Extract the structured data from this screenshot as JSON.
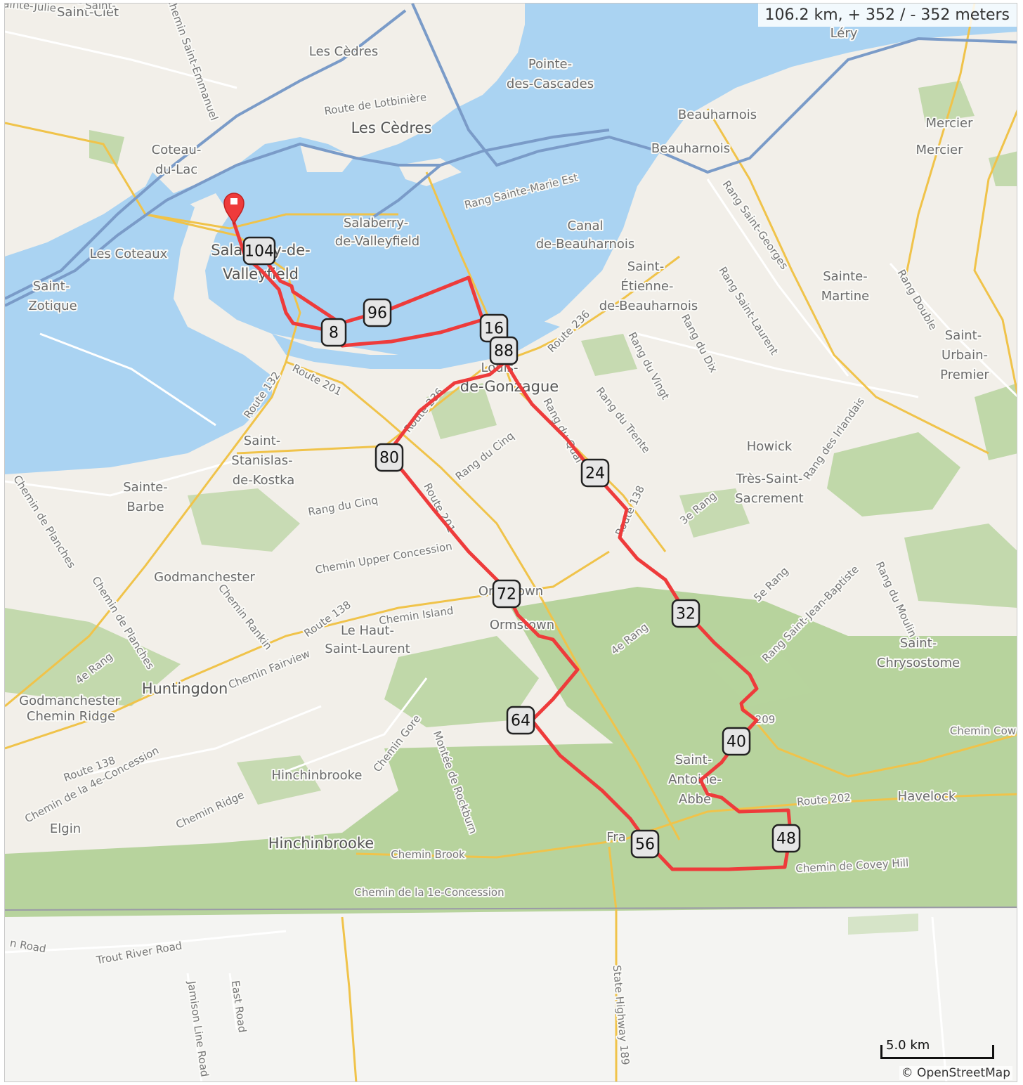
{
  "stats": {
    "text": "106.2 km, + 352 / - 352 meters"
  },
  "scale": {
    "label": "5.0 km"
  },
  "attribution": "© OpenStreetMap",
  "colors": {
    "water": "#aad3f2",
    "forest": "#b7d39d",
    "land": "#f2efe9",
    "route": "#ee3b3b",
    "highway": "#7a9bc8",
    "major_road": "#f0c34a"
  },
  "places": [
    {
      "id": "saint-clet",
      "text": "Saint-Clet"
    },
    {
      "id": "clet",
      "text": "Clet"
    },
    {
      "id": "les-cedres-1",
      "text": "Les Cèdres"
    },
    {
      "id": "les-cedres-2",
      "text": "Les Cèdres"
    },
    {
      "id": "pointe-1",
      "text": "Pointe-"
    },
    {
      "id": "pointe-2",
      "text": "des-Cascades"
    },
    {
      "id": "lery",
      "text": "Léry"
    },
    {
      "id": "beauharnois-1",
      "text": "Beauharnois"
    },
    {
      "id": "beauharnois-2",
      "text": "Beauharnois"
    },
    {
      "id": "mercier-1",
      "text": "Mercier"
    },
    {
      "id": "mercier-2",
      "text": "Mercier"
    },
    {
      "id": "coteau-1",
      "text": "Coteau-"
    },
    {
      "id": "coteau-2",
      "text": "du-Lac"
    },
    {
      "id": "salaberry-a",
      "text": "Salaberry-"
    },
    {
      "id": "salaberry-b",
      "text": "de-Valleyfield"
    },
    {
      "id": "salaberry-big-1",
      "text": "Salaberry-de-"
    },
    {
      "id": "salaberry-big-2",
      "text": "Valleyfield"
    },
    {
      "id": "les-coteaux",
      "text": "Les Coteaux"
    },
    {
      "id": "zotique-1",
      "text": "Saint-"
    },
    {
      "id": "zotique-2",
      "text": "Zotique"
    },
    {
      "id": "canal-1",
      "text": "Canal"
    },
    {
      "id": "canal-2",
      "text": "de-Beauharnois"
    },
    {
      "id": "etienne-1",
      "text": "Saint-"
    },
    {
      "id": "etienne-2",
      "text": "Étienne-"
    },
    {
      "id": "etienne-3",
      "text": "de-Beauharnois"
    },
    {
      "id": "martine-1",
      "text": "Sainte-"
    },
    {
      "id": "martine-2",
      "text": "Martine"
    },
    {
      "id": "urbain-1",
      "text": "Saint-"
    },
    {
      "id": "urbain-2",
      "text": "Urbain-"
    },
    {
      "id": "urbain-3",
      "text": "Premier"
    },
    {
      "id": "louis-1",
      "text": "Louis-"
    },
    {
      "id": "louis-2",
      "text": "de-Gonzague"
    },
    {
      "id": "stanislas-1",
      "text": "Saint-"
    },
    {
      "id": "stanislas-2",
      "text": "Stanislas-"
    },
    {
      "id": "stanislas-3",
      "text": "de-Kostka"
    },
    {
      "id": "barbe-1",
      "text": "Sainte-"
    },
    {
      "id": "barbe-2",
      "text": "Barbe"
    },
    {
      "id": "howick",
      "text": "Howick"
    },
    {
      "id": "sacrement-1",
      "text": "Très-Saint-"
    },
    {
      "id": "sacrement-2",
      "text": "Sacrement"
    },
    {
      "id": "godmanchester",
      "text": "Godmanchester"
    },
    {
      "id": "ormstown-1",
      "text": "Ormstown"
    },
    {
      "id": "ormstown-2",
      "text": "Ormstown"
    },
    {
      "id": "haut-1",
      "text": "Le Haut-"
    },
    {
      "id": "haut-2",
      "text": "Saint-Laurent"
    },
    {
      "id": "huntingdon",
      "text": "Huntingdon"
    },
    {
      "id": "chrysostome-1",
      "text": "Saint-"
    },
    {
      "id": "chrysostome-2",
      "text": "Chrysostome"
    },
    {
      "id": "hinchinbrooke-1",
      "text": "Hinchinbrooke"
    },
    {
      "id": "hinchinbrooke-2",
      "text": "Hinchinbrooke"
    },
    {
      "id": "antoine-1",
      "text": "Saint-"
    },
    {
      "id": "antoine-2",
      "text": "Antoine-"
    },
    {
      "id": "antoine-3",
      "text": "Abbé"
    },
    {
      "id": "havelock",
      "text": "Havelock"
    },
    {
      "id": "elgin",
      "text": "Elgin"
    },
    {
      "id": "franklin",
      "text": "Fra"
    },
    {
      "id": "godman-ridge-1",
      "text": "Godmanchester"
    },
    {
      "id": "godman-ridge-2",
      "text": "Chemin Ridge"
    }
  ],
  "roads": [
    {
      "id": "r-lotbiniere",
      "text": "Route de Lotbinière"
    },
    {
      "id": "r-sainte-marie",
      "text": "Rang Sainte-Marie Est"
    },
    {
      "id": "r-emmanuel",
      "text": "Chemin Saint-Emmanuel"
    },
    {
      "id": "r-236",
      "text": "Route 236"
    },
    {
      "id": "r-st-georges",
      "text": "Rang Saint-Georges"
    },
    {
      "id": "r-st-laurent",
      "text": "Rang Saint-Laurent"
    },
    {
      "id": "r-dix",
      "text": "Rang du Dix"
    },
    {
      "id": "r-vingt",
      "text": "Rang du Vingt"
    },
    {
      "id": "r-trente",
      "text": "Rang du Trente"
    },
    {
      "id": "r-double",
      "text": "Rang Double"
    },
    {
      "id": "r-132",
      "text": "Route 132"
    },
    {
      "id": "r-201",
      "text": "Route 201"
    },
    {
      "id": "r-236b",
      "text": "Route 236"
    },
    {
      "id": "r-cinq-1",
      "text": "Rang du Cinq"
    },
    {
      "id": "r-cinq-2",
      "text": "Rang du Cinq"
    },
    {
      "id": "r-quai",
      "text": "Rang du Quai"
    },
    {
      "id": "r-irlandais",
      "text": "Rang des Irlandais"
    },
    {
      "id": "r-3e",
      "text": "3e Rang"
    },
    {
      "id": "r-138a",
      "text": "Route 138"
    },
    {
      "id": "r-planches-1",
      "text": "Chemin de Planches"
    },
    {
      "id": "r-planches-2",
      "text": "Chemin de Planches"
    },
    {
      "id": "r-201b",
      "text": "Route 201"
    },
    {
      "id": "r-upper",
      "text": "Chemin Upper Concession"
    },
    {
      "id": "r-rankin",
      "text": "Chemin Rankin"
    },
    {
      "id": "r-138b",
      "text": "Route 138"
    },
    {
      "id": "r-island",
      "text": "Chemin Island"
    },
    {
      "id": "r-fairview",
      "text": "Chemin Fairview"
    },
    {
      "id": "r-4e",
      "text": "4e Rang"
    },
    {
      "id": "r-4e-b",
      "text": "4e Rang"
    },
    {
      "id": "r-5e",
      "text": "5e Rang"
    },
    {
      "id": "r-jean-baptiste",
      "text": "Rang Saint-Jean-Baptiste"
    },
    {
      "id": "r-moulin",
      "text": "Rang du Moulin"
    },
    {
      "id": "r-gore",
      "text": "Chemin Gore"
    },
    {
      "id": "r-rockburn",
      "text": "Montée de Rockburn"
    },
    {
      "id": "r-138c",
      "text": "Route 138"
    },
    {
      "id": "r-4e-concession",
      "text": "Chemin de la 4e-Concession"
    },
    {
      "id": "r-ridge",
      "text": "Chemin Ridge"
    },
    {
      "id": "r-brook",
      "text": "Chemin Brook"
    },
    {
      "id": "r-1e-concession",
      "text": "Chemin de la 1e-Concession"
    },
    {
      "id": "r-202",
      "text": "Route 202"
    },
    {
      "id": "r-covey",
      "text": "Chemin de Covey Hill"
    },
    {
      "id": "r-cow",
      "text": "Chemin Cow"
    },
    {
      "id": "r-209",
      "text": "209"
    },
    {
      "id": "r-trout",
      "text": "Trout River Road"
    },
    {
      "id": "r-n-road",
      "text": "n Road"
    },
    {
      "id": "r-jamison",
      "text": "Jamison Line Road"
    },
    {
      "id": "r-east",
      "text": "East Road"
    },
    {
      "id": "r-189",
      "text": "State Highway 189"
    },
    {
      "id": "r-julie",
      "text": "Sainte-Julie"
    },
    {
      "id": "r-saint",
      "text": "Saint-"
    }
  ],
  "km_markers": [
    "8",
    "16",
    "24",
    "32",
    "40",
    "48",
    "56",
    "64",
    "72",
    "80",
    "88",
    "96",
    "104"
  ]
}
